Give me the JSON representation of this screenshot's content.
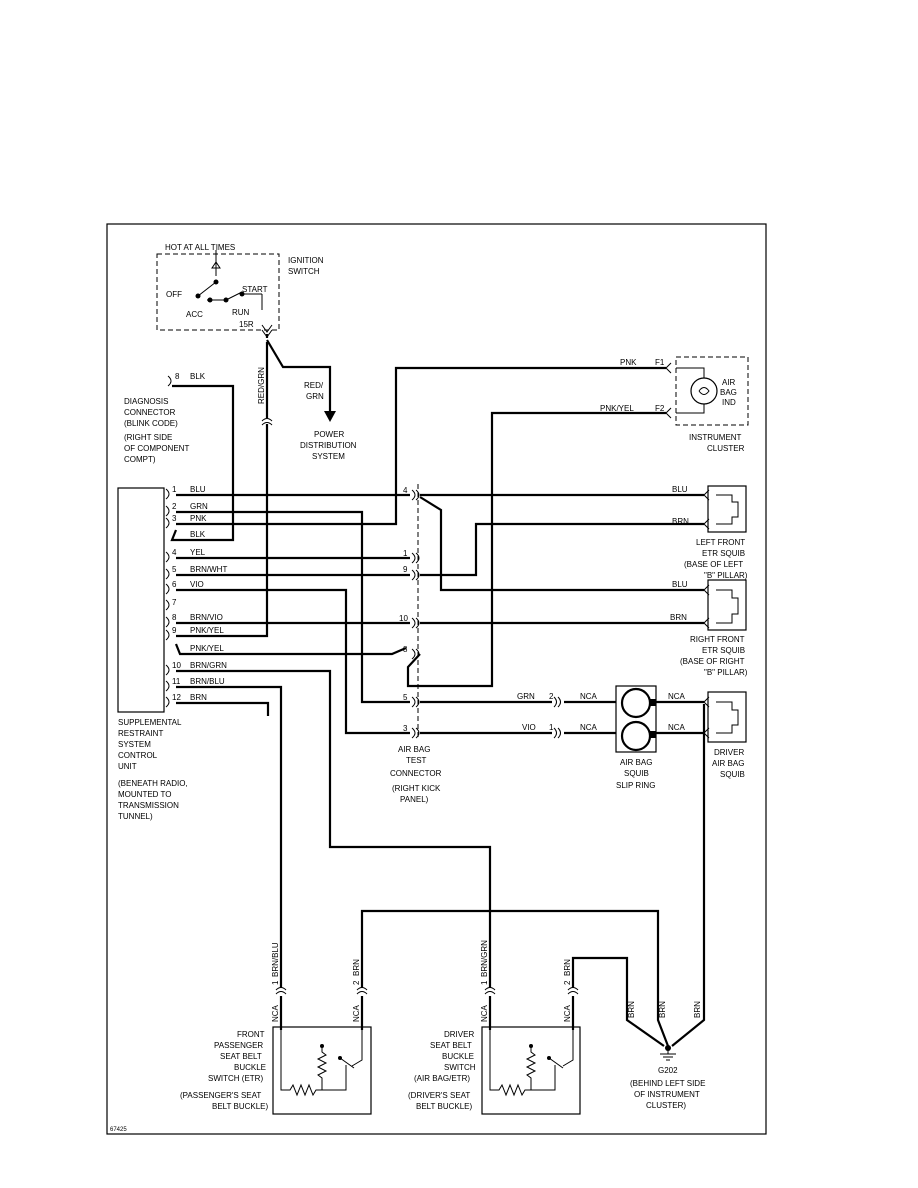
{
  "figure_id": "67425",
  "ignition": {
    "hot_label": "HOT AT ALL TIMES",
    "title": [
      "IGNITION",
      "SWITCH"
    ],
    "positions": {
      "off": "OFF",
      "acc": "ACC",
      "run": "RUN",
      "start": "START"
    },
    "terminal": "15R",
    "wire_label": "RED/GRN"
  },
  "power_distribution": {
    "wire_label": [
      "RED/",
      "GRN"
    ],
    "title": [
      "POWER",
      "DISTRIBUTION",
      "SYSTEM"
    ]
  },
  "diagnosis": {
    "pin": "8",
    "wire": "BLK",
    "title": [
      "DIAGNOSIS",
      "CONNECTOR",
      "(BLINK CODE)",
      "(RIGHT SIDE",
      "OF COMPONENT",
      "COMPT)"
    ]
  },
  "srs_unit": {
    "title": [
      "SUPPLEMENTAL",
      "RESTRAINT",
      "SYSTEM",
      "CONTROL",
      "UNIT"
    ],
    "note": [
      "(BENEATH RADIO,",
      "MOUNTED TO",
      "TRANSMISSION",
      "TUNNEL)"
    ],
    "pins": [
      {
        "pin": "1",
        "wire": "BLU"
      },
      {
        "pin": "2",
        "wire": "GRN"
      },
      {
        "pin": "3",
        "wire": "PNK"
      },
      {
        "pin": "",
        "wire": "BLK"
      },
      {
        "pin": "4",
        "wire": "YEL"
      },
      {
        "pin": "5",
        "wire": "BRN/WHT"
      },
      {
        "pin": "6",
        "wire": "VIO"
      },
      {
        "pin": "7",
        "wire": ""
      },
      {
        "pin": "8",
        "wire": "BRN/VIO"
      },
      {
        "pin": "9",
        "wire": "PNK/YEL"
      },
      {
        "pin": "",
        "wire": "PNK/YEL"
      },
      {
        "pin": "10",
        "wire": "BRN/GRN"
      },
      {
        "pin": "11",
        "wire": "BRN/BLU"
      },
      {
        "pin": "12",
        "wire": "BRN"
      }
    ]
  },
  "instrument_cluster": {
    "pins": [
      {
        "pin": "F1",
        "wire": "PNK"
      },
      {
        "pin": "F2",
        "wire": "PNK/YEL"
      }
    ],
    "indicator": [
      "AIR",
      "BAG",
      "IND"
    ],
    "title": [
      "INSTRUMENT",
      "CLUSTER"
    ]
  },
  "test_connector": {
    "pins": [
      "4",
      "1",
      "9",
      "10",
      "8",
      "5",
      "3"
    ],
    "title": [
      "AIR BAG",
      "TEST",
      "CONNECTOR",
      "(RIGHT KICK",
      "PANEL)"
    ]
  },
  "left_front_squib": {
    "wires": [
      "BLU",
      "BRN"
    ],
    "title": [
      "LEFT FRONT",
      "ETR SQUIB",
      "(BASE OF LEFT",
      "\"B\" PILLAR)"
    ]
  },
  "right_front_squib": {
    "wires": [
      "BLU",
      "BRN"
    ],
    "title": [
      "RIGHT FRONT",
      "ETR SQUIB",
      "(BASE OF RIGHT",
      "\"B\" PILLAR)"
    ]
  },
  "slip_ring": {
    "inputs": [
      {
        "wire": "GRN",
        "pin": "2",
        "nca": "NCA"
      },
      {
        "wire": "VIO",
        "pin": "1",
        "nca": "NCA"
      }
    ],
    "outputs": [
      "NCA",
      "NCA"
    ],
    "title": [
      "AIR BAG",
      "SQUIB",
      "SLIP RING"
    ]
  },
  "driver_squib": {
    "title": [
      "DRIVER",
      "AIR BAG",
      "SQUIB"
    ]
  },
  "passenger_buckle": {
    "wires": [
      {
        "pin": "1",
        "wire": "BRN/BLU",
        "nca": "NCA"
      },
      {
        "pin": "2",
        "wire": "BRN",
        "nca": "NCA"
      }
    ],
    "title": [
      "FRONT",
      "PASSENGER",
      "SEAT BELT",
      "BUCKLE",
      "SWITCH (ETR)",
      "(PASSENGER'S SEAT",
      "BELT BUCKLE)"
    ]
  },
  "driver_buckle": {
    "wires": [
      {
        "pin": "1",
        "wire": "BRN/GRN",
        "nca": "NCA"
      },
      {
        "pin": "2",
        "wire": "BRN",
        "nca": "NCA"
      }
    ],
    "title": [
      "DRIVER",
      "SEAT BELT",
      "BUCKLE",
      "SWITCH",
      "(AIR BAG/ETR)",
      "(DRIVER'S SEAT",
      "BELT BUCKLE)"
    ]
  },
  "ground": {
    "wires": [
      "BRN",
      "BRN",
      "BRN"
    ],
    "id": "G202",
    "title": [
      "(BEHIND LEFT SIDE",
      "OF INSTRUMENT",
      "CLUSTER)"
    ]
  }
}
